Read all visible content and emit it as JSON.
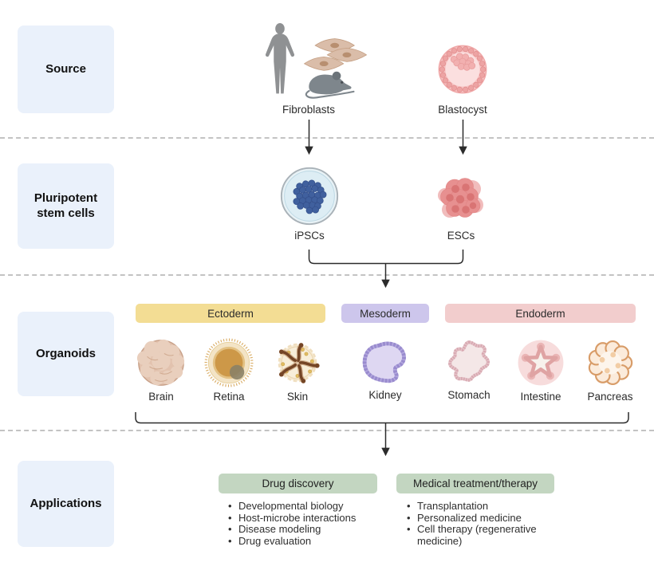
{
  "rows": [
    "Source",
    "Pluripotent\nstem cells",
    "Organoids",
    "Applications"
  ],
  "source": {
    "fibroblasts": "Fibroblasts",
    "blastocyst": "Blastocyst"
  },
  "pluripotent": {
    "ipsc": "iPSCs",
    "esc": "ESCs"
  },
  "germ_layers": [
    {
      "name": "Ectoderm",
      "color": "#f3dd94"
    },
    {
      "name": "Mesoderm",
      "color": "#cdc6ec"
    },
    {
      "name": "Endoderm",
      "color": "#f2cdcd"
    }
  ],
  "organoids": [
    "Brain",
    "Retina",
    "Skin",
    "Kidney",
    "Stomach",
    "Intestine",
    "Pancreas"
  ],
  "applications": [
    {
      "title": "Drug discovery",
      "items": [
        "Developmental biology",
        "Host-microbe interactions",
        "Disease modeling",
        "Drug evaluation"
      ]
    },
    {
      "title": "Medical treatment/therapy",
      "items": [
        "Transplantation",
        "Personalized medicine",
        "Cell therapy (regenerative medicine)"
      ]
    }
  ],
  "colors": {
    "row_label_bg": "#eaf1fb",
    "ectoderm_bar": "#f3dd94",
    "mesoderm_bar": "#cdc6ec",
    "endoderm_bar": "#f2cdcd",
    "application_header_bg": "#c3d6c1",
    "arrow": "#2b2b2b",
    "divider": "#c3c3c3"
  }
}
